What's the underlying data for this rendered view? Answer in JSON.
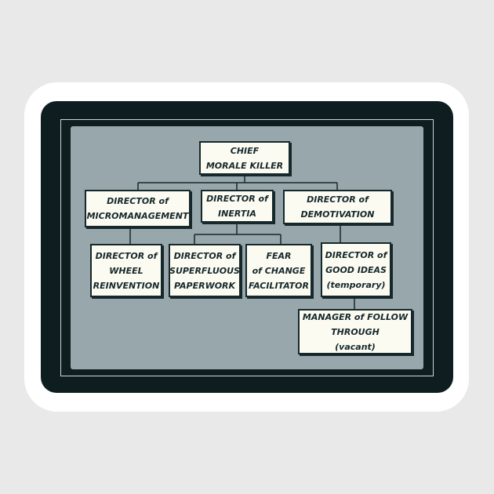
{
  "org_chart": {
    "chief": {
      "lines": [
        "CHIEF",
        "MORALE KILLER"
      ]
    },
    "directors": [
      {
        "lines": [
          "DIRECTOR of",
          "MICROMANAGEMENT"
        ]
      },
      {
        "lines": [
          "DIRECTOR of",
          "INERTIA"
        ]
      },
      {
        "lines": [
          "DIRECTOR of",
          "DEMOTIVATION"
        ]
      }
    ],
    "wheel": {
      "lines": [
        "DIRECTOR of",
        "WHEEL",
        "REINVENTION"
      ]
    },
    "paperwork": {
      "lines": [
        "DIRECTOR of",
        "SUPERFLUOUS",
        "PAPERWORK"
      ]
    },
    "fear": {
      "lines": [
        "FEAR",
        "of CHANGE",
        "FACILITATOR"
      ]
    },
    "good_ideas": {
      "lines": [
        "DIRECTOR of",
        "GOOD IDEAS",
        "(temporary)"
      ]
    },
    "follow_through": {
      "lines": [
        "MANAGER of FOLLOW",
        "THROUGH",
        "(vacant)"
      ]
    }
  },
  "colors": {
    "box_fill": "#fbfbf1",
    "box_border": "#16282c",
    "panel": "#97a7ac",
    "frame": "#0d1d20"
  }
}
